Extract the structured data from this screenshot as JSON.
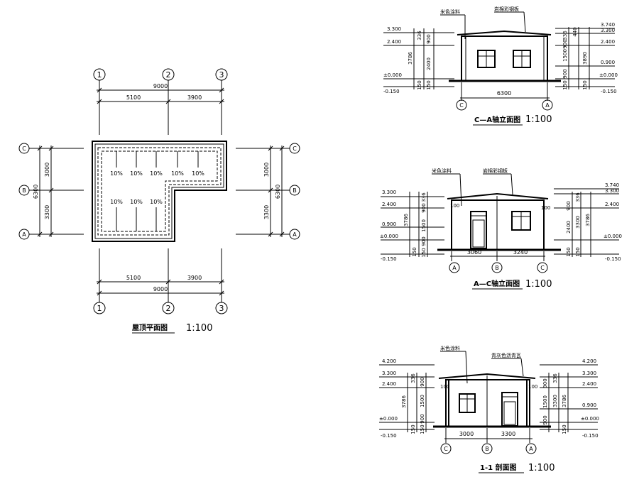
{
  "roof_plan": {
    "axes_numbers": [
      "1",
      "2",
      "3"
    ],
    "axes_letters": [
      "C",
      "B",
      "A"
    ],
    "dim_total_h": "9000",
    "dim_seg_h": [
      "5100",
      "3900"
    ],
    "dim_total_v": "6300",
    "dim_seg_v": [
      "3000",
      "3300"
    ],
    "slopes": [
      "10%",
      "10%",
      "10%",
      "10%",
      "10%",
      "10%",
      "10%",
      "10%"
    ],
    "title": "屋顶平面图",
    "scale": "1:100"
  },
  "elev_ca": {
    "label_coating": "米色涂料",
    "label_roof": "岩棉彩钢板",
    "left_levels": [
      "3.300",
      "2.400",
      "±0.000",
      "-0.150"
    ],
    "right_levels": [
      "3.740",
      "3.300",
      "2.400",
      "0.900",
      "±0.000",
      "-0.150"
    ],
    "left_dims": [
      "336",
      "900",
      "3786",
      "2400",
      "150",
      "150"
    ],
    "right_dims": [
      "336",
      "440",
      "900",
      "1500",
      "3890",
      "900",
      "150",
      "150"
    ],
    "bottom_dim": "6300",
    "axis_left": "C",
    "axis_right": "A",
    "title": "C—A轴立面图",
    "scale": "1:100"
  },
  "elev_ac": {
    "label_coating": "米色涂料",
    "label_roof": "岩棉彩钢板",
    "left_levels": [
      "3.300",
      "2.400",
      "0.900",
      "±0.000",
      "-0.150"
    ],
    "right_levels": [
      "3.740",
      "3.300",
      "2.400",
      "±0.000",
      "-0.150"
    ],
    "left_dims": [
      "336",
      "900",
      "3786",
      "1500",
      "900",
      "150",
      "150"
    ],
    "right_dims": [
      "336",
      "900",
      "2400",
      "3300",
      "3786",
      "150",
      "150"
    ],
    "eave": [
      "100",
      "100"
    ],
    "bottom_dims": [
      "3060",
      "3240"
    ],
    "axes": [
      "A",
      "B",
      "C"
    ],
    "title": "A—C轴立面图",
    "scale": "1:100"
  },
  "section": {
    "label_coating": "米色涂料",
    "label_roof": "青灰色沥青瓦",
    "left_levels": [
      "4.200",
      "3.300",
      "2.400",
      "±0.000",
      "-0.150"
    ],
    "right_levels": [
      "4.200",
      "3.300",
      "2.400",
      "0.900",
      "±0.000",
      "-0.150"
    ],
    "left_dims": [
      "336",
      "900",
      "3786",
      "1500",
      "900",
      "150",
      "150"
    ],
    "right_dims": [
      "336",
      "900",
      "1500",
      "3300",
      "3786",
      "900",
      "150"
    ],
    "eave": [
      "100",
      "100"
    ],
    "bottom_dims": [
      "3000",
      "3300"
    ],
    "axes": [
      "C",
      "B",
      "A"
    ],
    "title": "1-1 剖面图",
    "scale": "1:100"
  }
}
